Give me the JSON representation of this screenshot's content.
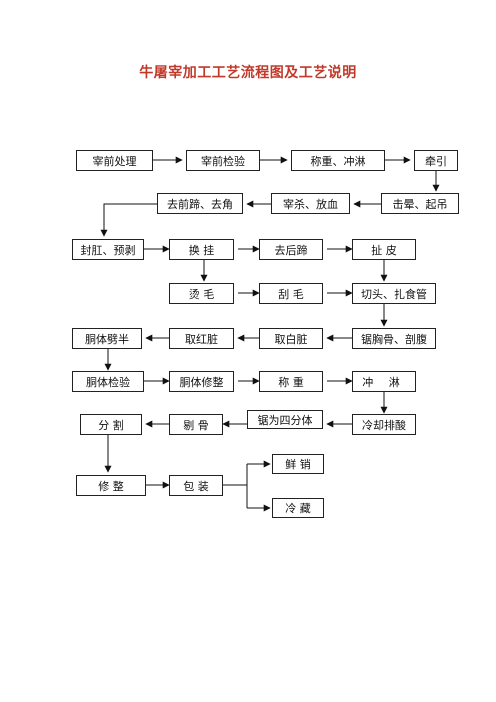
{
  "title": "牛屠宰加工工艺流程图及工艺说明",
  "nodes": {
    "pre_slaughter": "宰前处理",
    "pre_inspection": "宰前检验",
    "weigh_rinse": "称重、冲淋",
    "lead": "牵引",
    "stun_hoist": "击晕、起吊",
    "kill_bleed": "宰杀、放血",
    "remove_front": "去前蹄、去角",
    "seal_prepeel": "封肛、预剥",
    "transfer_hook": "换 挂",
    "remove_rear_hoof": "去后蹄",
    "pull_hide": "扯 皮",
    "scald": "烫 毛",
    "scrape": "刮 毛",
    "head_esophagus": "切头、扎食管",
    "saw_open": "锯胸骨、剖腹",
    "white_offal": "取白脏",
    "red_offal": "取红脏",
    "split_carcass": "胴体劈半",
    "carcass_inspect": "胴体检验",
    "carcass_trim": "胴体修整",
    "weigh": "称 重",
    "rinse": "冲 淋",
    "chill_acid": "冷却排酸",
    "saw_quarters": "锯为四分体",
    "debone": "剔 骨",
    "cut": "分 割",
    "trim": "修 整",
    "package": "包 装",
    "fresh_sale": "鲜 销",
    "cold_storage": "冷 藏"
  }
}
